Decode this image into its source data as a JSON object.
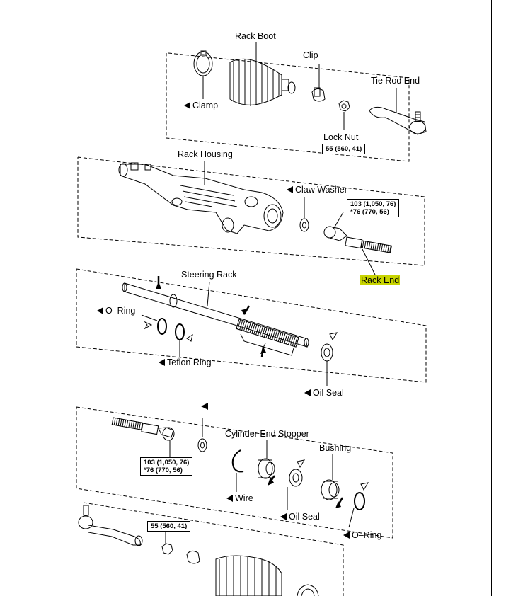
{
  "diagram": {
    "labels": {
      "rack_boot": "Rack Boot",
      "clip": "Clip",
      "tie_rod_end": "Tie Rod End",
      "clamp": "Clamp",
      "lock_nut": "Lock Nut",
      "rack_housing": "Rack Housing",
      "claw_washer": "Claw Washer",
      "rack_end": "Rack End",
      "steering_rack": "Steering Rack",
      "o_ring_1": "O–Ring",
      "teflon_ring": "Teflon Ring",
      "oil_seal_1": "Oil Seal",
      "cylinder_end_stopper": "Cylinder End Stopper",
      "bushing": "Bushing",
      "wire": "Wire",
      "oil_seal_2": "Oil Seal",
      "o_ring_2": "O–Ring"
    },
    "torque": {
      "lock_nut_top": "55 (560, 41)",
      "rack_end_top_1": "103 (1,050, 76)",
      "rack_end_top_2": "*76 (770, 56)",
      "rack_end_bottom_1": "103 (1,050, 76)",
      "rack_end_bottom_2": "*76 (770, 56)",
      "lock_nut_bottom": "55 (560, 41)"
    },
    "highlight_color": "#c8d400",
    "icons": [
      "replace-part-triangle-icon",
      "grease-arrow-icon"
    ]
  }
}
